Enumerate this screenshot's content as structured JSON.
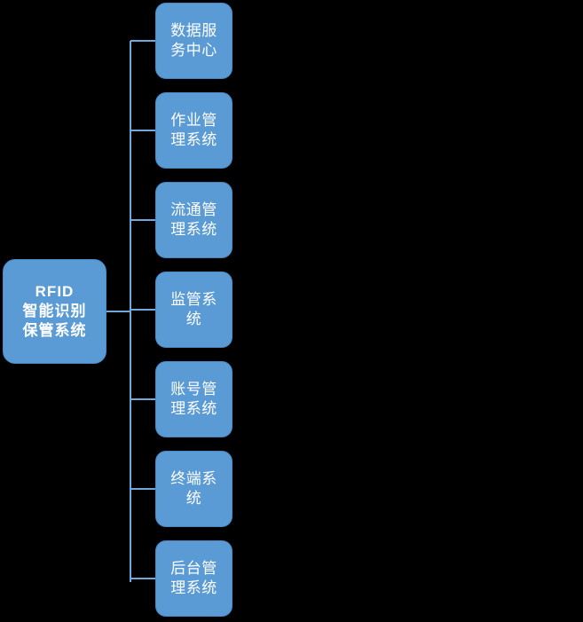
{
  "diagram": {
    "type": "tree",
    "orientation": "horizontal-right",
    "background_color": "#000000",
    "node_fill_color": "#5B9BD5",
    "node_border_color": "#4A89C4",
    "node_text_color": "#FFFFFF",
    "connector_color": "#6FA8DC",
    "root": {
      "label": "RFID\n智能识别\n保管系统",
      "label_lines": [
        "RFID",
        "智能识别",
        "保管系统"
      ]
    },
    "children": [
      {
        "label": "数据服务中心"
      },
      {
        "label": "作业管理系统"
      },
      {
        "label": "流通管理系统"
      },
      {
        "label": "监管系统"
      },
      {
        "label": "账号管理系统"
      },
      {
        "label": "终端系统"
      },
      {
        "label": "后台管理系统"
      }
    ]
  }
}
